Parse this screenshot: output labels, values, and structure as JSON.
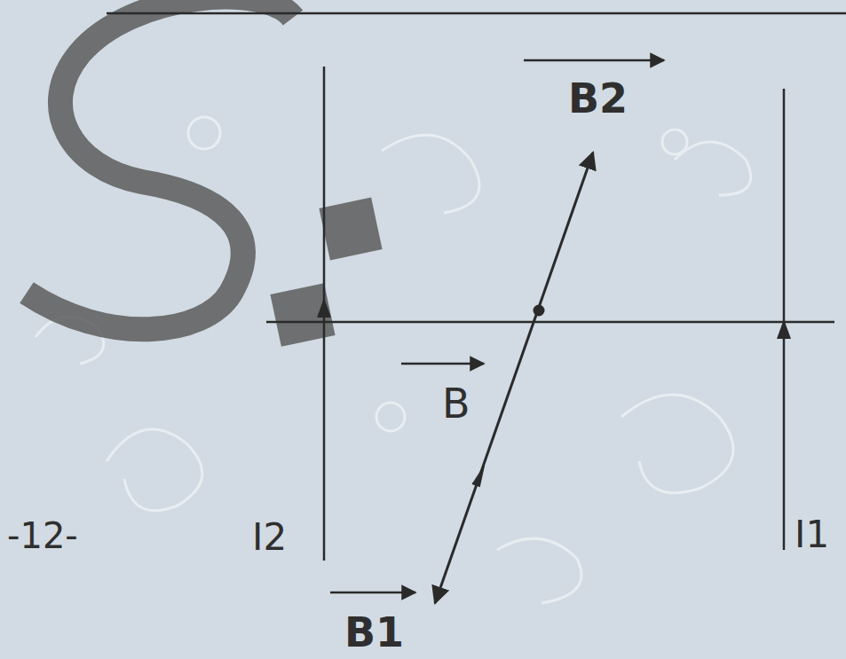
{
  "diagram": {
    "labels": [
      "B2",
      "B",
      "B1",
      "I2",
      "I1",
      "-12-"
    ]
  }
}
